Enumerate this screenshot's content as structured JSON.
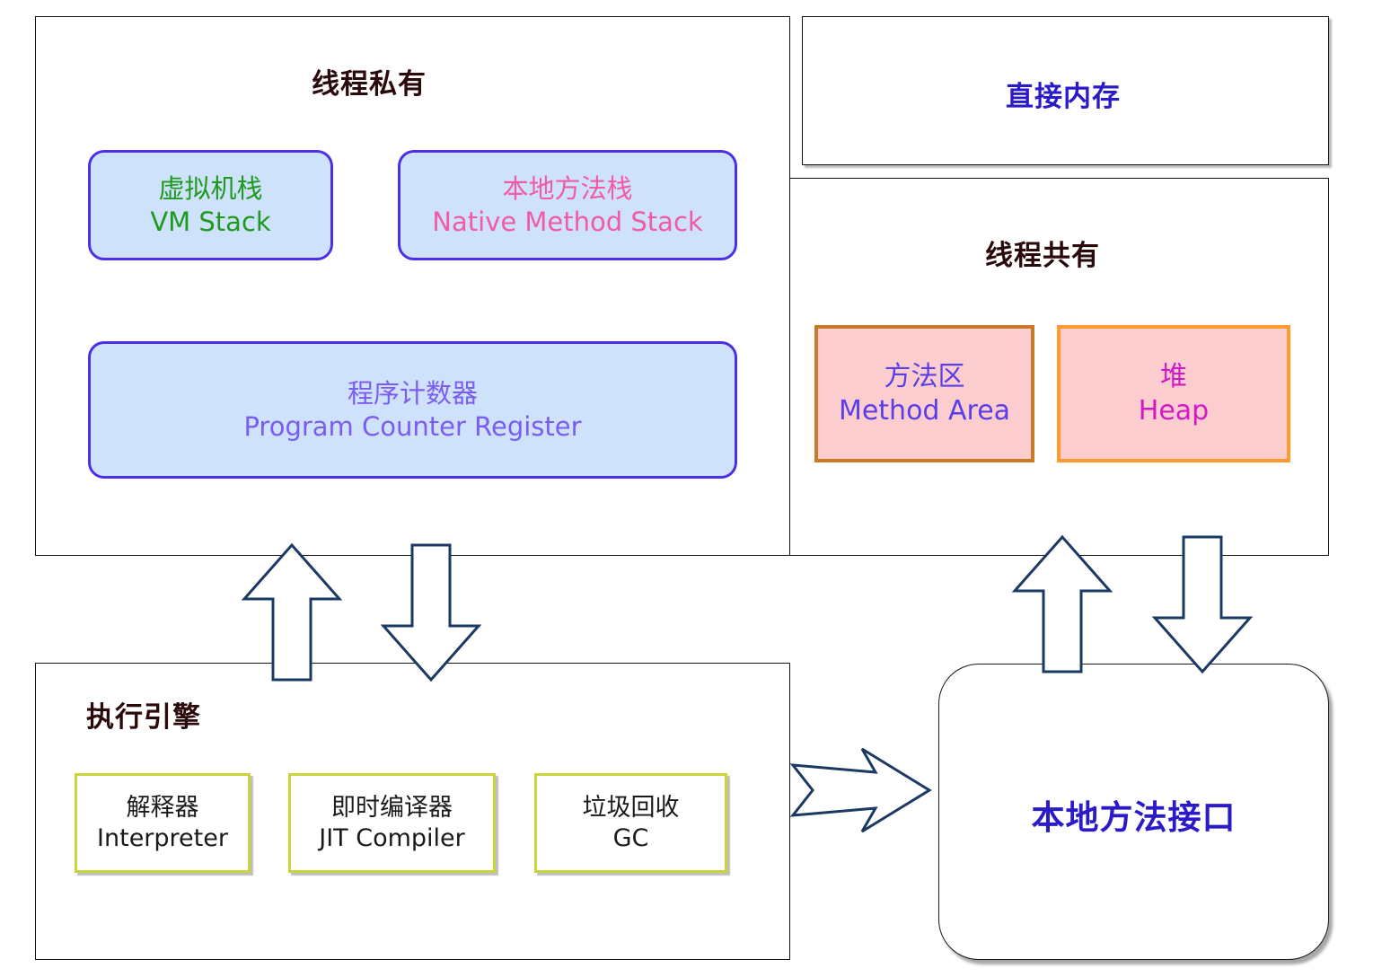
{
  "thread_private": {
    "title": "线程私有",
    "vm_stack": {
      "cn": "虚拟机栈",
      "en": "VM Stack",
      "color": "#1f9a1f"
    },
    "native_method_stack": {
      "cn": "本地方法栈",
      "en": "Native Method Stack",
      "color": "#f25aa6"
    },
    "program_counter": {
      "cn": "程序计数器",
      "en": "Program Counter Register",
      "color": "#7a5df0"
    }
  },
  "direct_memory": {
    "title": "直接内存"
  },
  "thread_shared": {
    "title": "线程共有",
    "method_area": {
      "cn": "方法区",
      "en": "Method Area",
      "color": "#5a3ee8",
      "border": "#c97a28"
    },
    "heap": {
      "cn": "堆",
      "en": "Heap",
      "color": "#d418c4",
      "border": "#ff9a2e"
    }
  },
  "execution_engine": {
    "title": "执行引擎",
    "interpreter": {
      "cn": "解释器",
      "en": "Interpreter"
    },
    "jit_compiler": {
      "cn": "即时编译器",
      "en": "JIT Compiler"
    },
    "gc": {
      "cn": "垃圾回收",
      "en": "GC"
    }
  },
  "native_interface": {
    "title": "本地方法接口"
  },
  "colors": {
    "arrow_stroke": "#1b3a63",
    "title_dark": "#2a0a0a",
    "title_blue": "#2b1ac8",
    "blue_fill": "#cfe2fb",
    "blue_border": "#4c30e8",
    "pink_fill": "#fbcdcf",
    "yellow_border": "#c9d43a"
  },
  "icons": [
    "arrow-up-icon",
    "arrow-down-icon",
    "arrow-right-icon"
  ]
}
